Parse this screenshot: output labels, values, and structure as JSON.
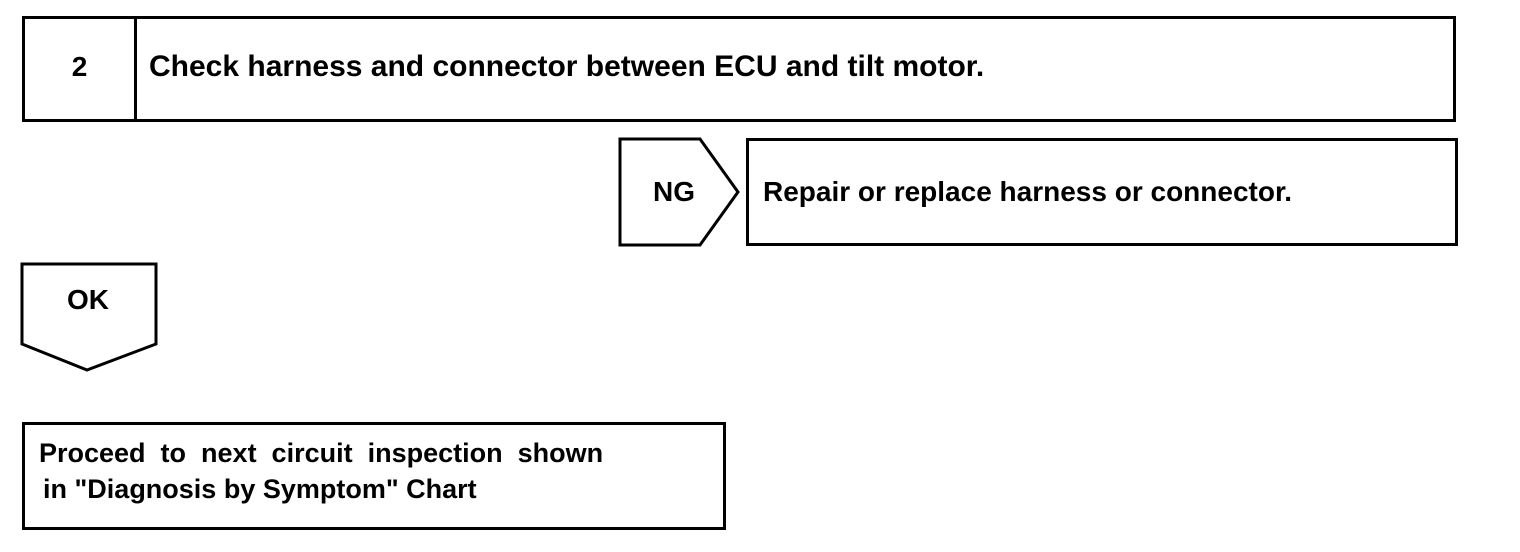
{
  "step": {
    "number": "2",
    "title": "Check harness and connector between ECU and tilt motor."
  },
  "ng": {
    "label": "NG",
    "result": "Repair or replace harness or connector."
  },
  "ok": {
    "label": "OK",
    "result_line1": "Proceed  to  next  circuit  inspection  shown",
    "result_line2": "in \"Diagnosis by Symptom\" Chart"
  }
}
